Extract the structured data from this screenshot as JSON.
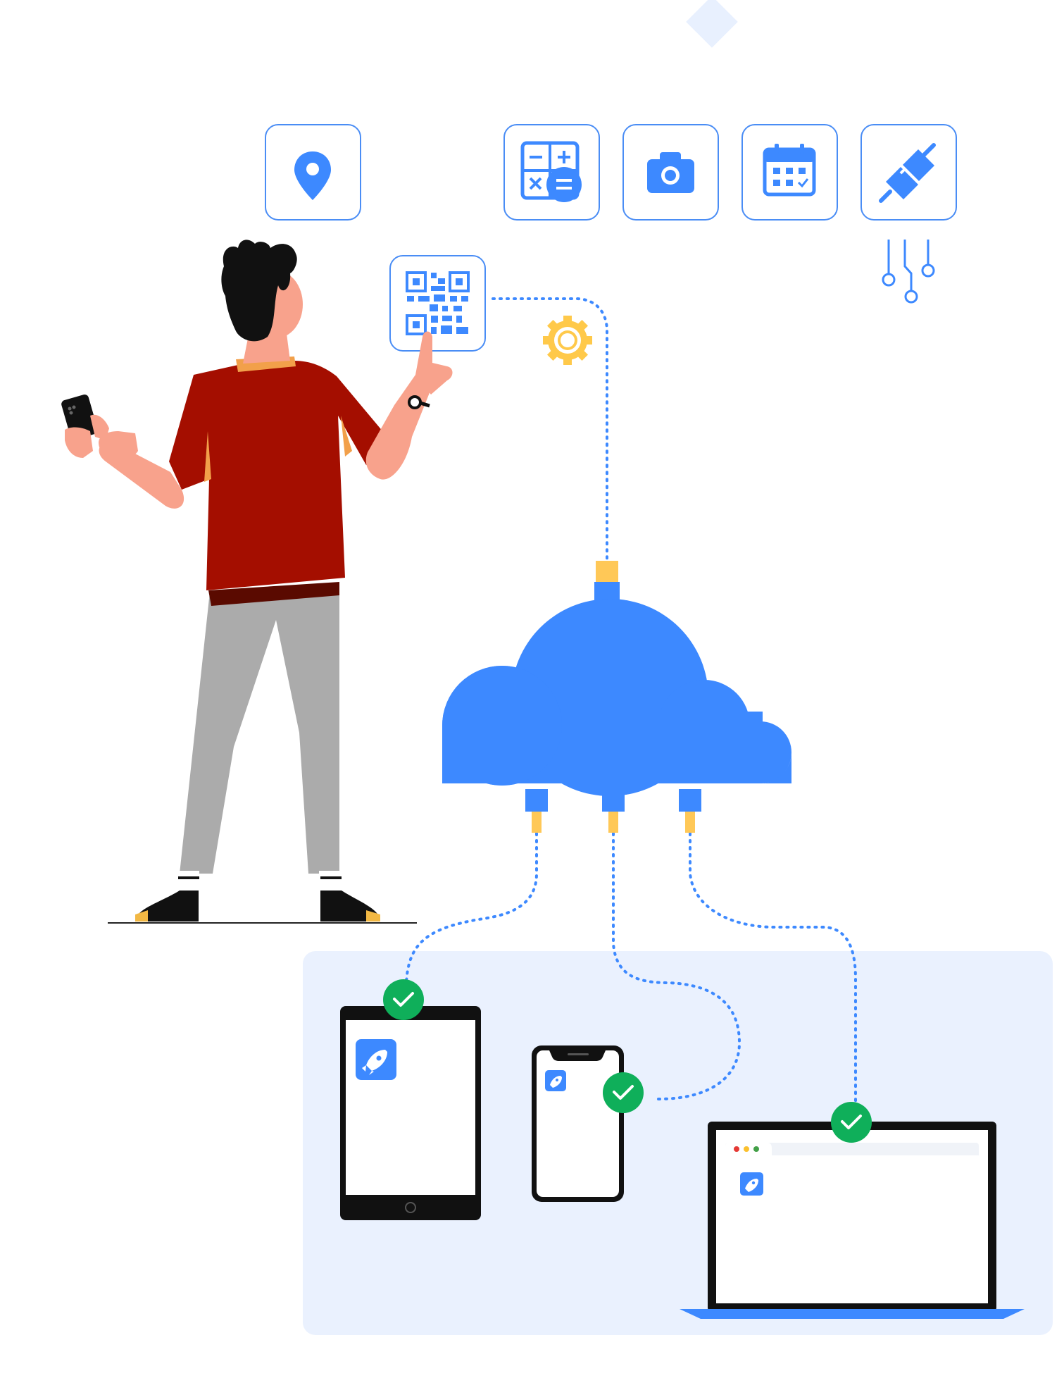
{
  "illustration": {
    "subject": "cloud-app-deployment",
    "colors": {
      "primary_blue": "#3D89FF",
      "icon_border_blue": "#4A8DF5",
      "light_panel": "#EAF1FE",
      "connector_yellow": "#FFC857",
      "check_green": "#0FAF5A",
      "gear_yellow": "#FFC94A",
      "shirt_red": "#A40E00",
      "pants_gray": "#ABABAB",
      "skin": "#F8A28C",
      "hair": "#111111"
    },
    "feature_icons": [
      {
        "name": "location-pin-icon"
      },
      {
        "name": "calculator-icon"
      },
      {
        "name": "camera-icon"
      },
      {
        "name": "calendar-icon"
      },
      {
        "name": "plug-icon"
      }
    ],
    "qr_icon": "qr-code-icon",
    "devices": [
      {
        "name": "tablet",
        "app_icon": "rocket-icon",
        "status_icon": "check-icon"
      },
      {
        "name": "phone",
        "app_icon": "rocket-icon",
        "status_icon": "check-icon"
      },
      {
        "name": "laptop",
        "app_icon": "rocket-icon",
        "status_icon": "check-icon"
      }
    ]
  }
}
